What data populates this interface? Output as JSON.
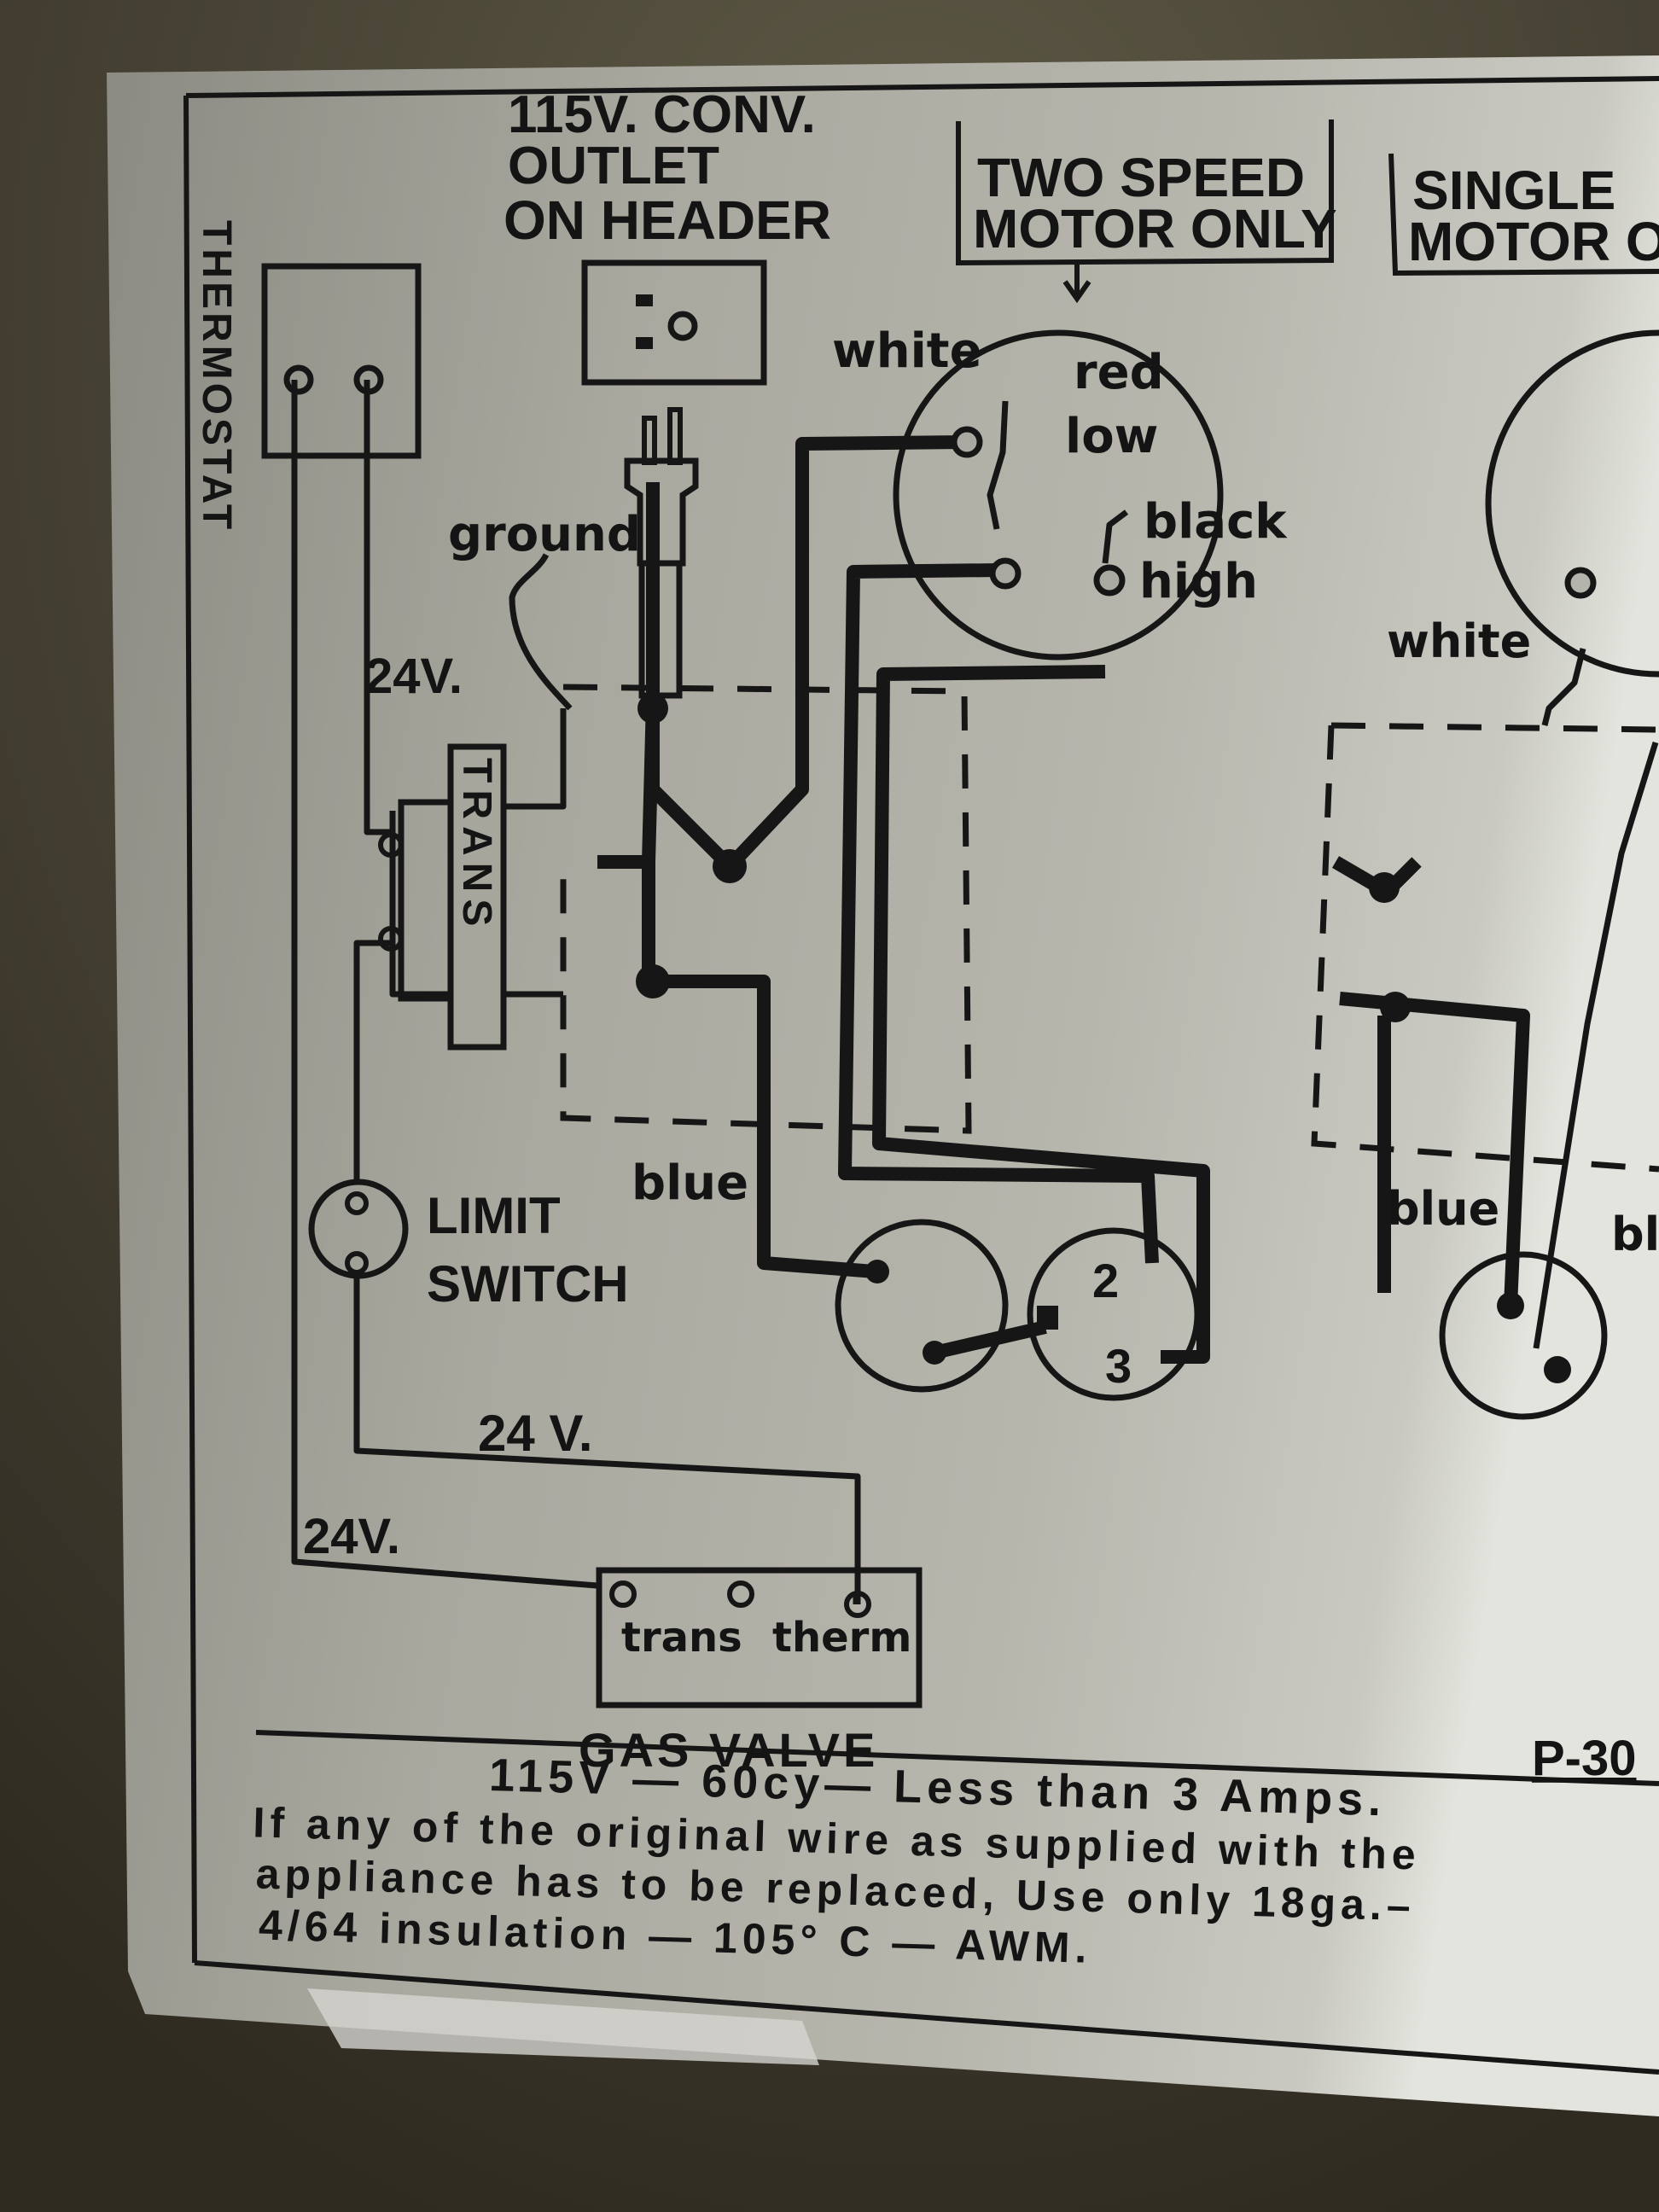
{
  "labels": {
    "outlet_l1": "115V. CONV.",
    "outlet_l2": "OUTLET",
    "outlet_l3": "ON HEADER",
    "two_speed_l1": "TWO SPEED",
    "two_speed_l2": "MOTOR ONLY",
    "single_l1": "SINGLE",
    "single_l2": "MOTOR O",
    "thermostat": "THERMOSTAT",
    "ground": "ground",
    "white": "white",
    "red": "red",
    "low": "low",
    "black": "black",
    "high": "high",
    "v24_a": "24V.",
    "trans": "TRANS",
    "blue": "blue",
    "limit": "LIMIT",
    "switch": "SWITCH",
    "pin2": "2",
    "pin3": "3",
    "v24_b": "24 V.",
    "v24_c": "24V.",
    "trans_term": "trans",
    "therm_term": "therm",
    "gas_valve": "GAS VALVE",
    "white_right": "white",
    "blue_right": "blue",
    "bl_right": "bl",
    "part_no": "P-30"
  },
  "footer": {
    "line1": "115V — 60cy— Less than 3 Amps.",
    "line2": "If any of the original wire as supplied with the",
    "line3": "appliance has to be replaced, Use only 18ga.–",
    "line4": "4/64 insulation — 105° C — AWM."
  }
}
